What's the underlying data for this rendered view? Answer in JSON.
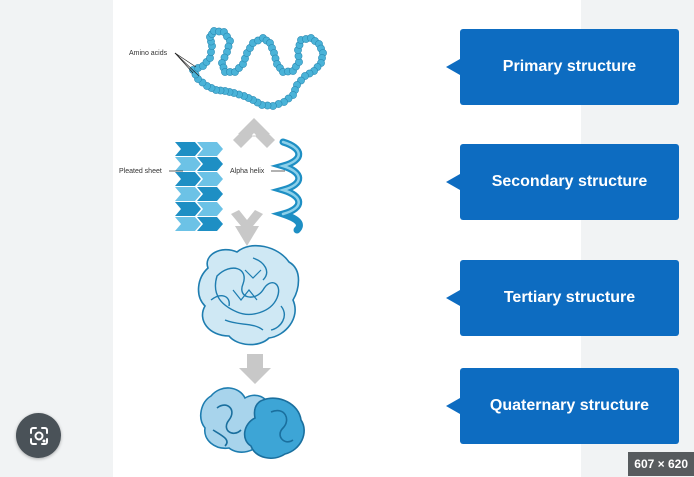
{
  "image_size_badge": "607 × 620",
  "diagram": {
    "annotations": {
      "amino_acids": "Amino acids",
      "pleated_sheet": "Pleated sheet",
      "alpha_helix": "Alpha helix"
    },
    "levels": [
      {
        "label": "Primary structure"
      },
      {
        "label": "Secondary structure"
      },
      {
        "label": "Tertiary structure"
      },
      {
        "label": "Quaternary structure"
      }
    ]
  },
  "colors": {
    "box_blue": "#0d6cc1",
    "bead_blue": "#4ab3d8",
    "arrow_gray": "#c8c8c8"
  },
  "icons": {
    "lens_button": "google-lens-icon"
  }
}
